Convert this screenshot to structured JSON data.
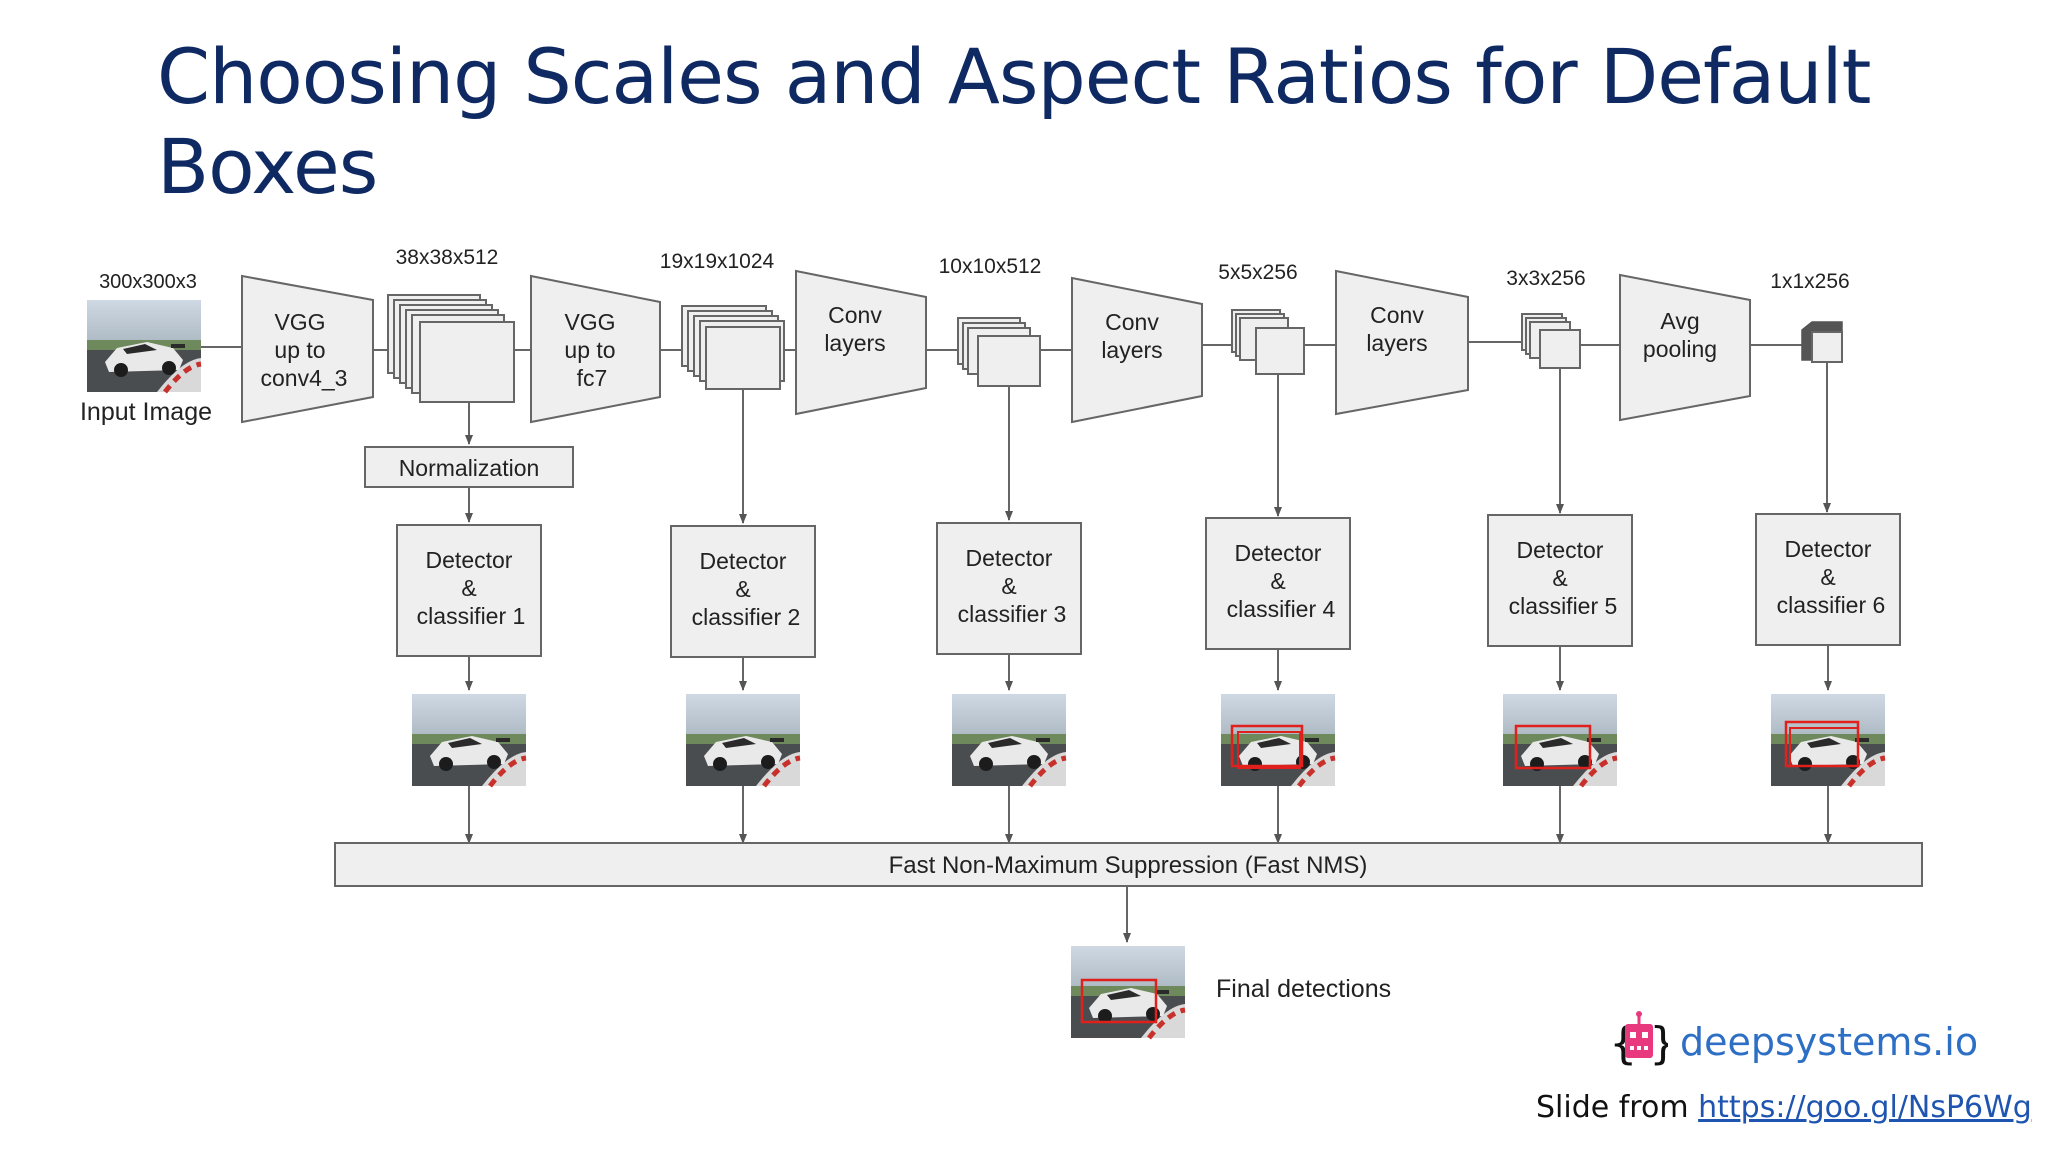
{
  "slide": {
    "title": "Choosing Scales and Aspect Ratios for Default Boxes"
  },
  "input": {
    "size": "300x300x3",
    "caption": "Input Image"
  },
  "feature_sizes": [
    "38x38x512",
    "19x19x1024",
    "10x10x512",
    "5x5x256",
    "3x3x256",
    "1x1x256"
  ],
  "stages": [
    {
      "line1": "VGG",
      "line2": "up to",
      "line3": "conv4_3"
    },
    {
      "line1": "VGG",
      "line2": "up to",
      "line3": "fc7"
    },
    {
      "line1": "Conv",
      "line2": "layers"
    },
    {
      "line1": "Conv",
      "line2": "layers"
    },
    {
      "line1": "Conv",
      "line2": "layers"
    },
    {
      "line1": "Avg",
      "line2": "pooling"
    }
  ],
  "normalization": "Normalization",
  "detectors": [
    {
      "line1": "Detector",
      "line2": "&",
      "line3": "classifier 1"
    },
    {
      "line1": "Detector",
      "line2": "&",
      "line3": "classifier 2"
    },
    {
      "line1": "Detector",
      "line2": "&",
      "line3": "classifier 3"
    },
    {
      "line1": "Detector",
      "line2": "&",
      "line3": "classifier 4"
    },
    {
      "line1": "Detector",
      "line2": "&",
      "line3": "classifier 5"
    },
    {
      "line1": "Detector",
      "line2": "&",
      "line3": "classifier 6"
    }
  ],
  "nms": "Fast Non-Maximum Suppression (Fast NMS)",
  "final": "Final detections",
  "logo": {
    "text": "deepsystems.io"
  },
  "credit": {
    "prefix": "Slide from ",
    "link": "https://goo.gl/NsP6Wg"
  },
  "colors": {
    "title": "#0f2a63",
    "box_fill": "#efefef",
    "stroke": "#666666",
    "detection_box": "#e0201c",
    "logo_pink": "#e8387e",
    "logo_blue": "#2d6fc5"
  }
}
